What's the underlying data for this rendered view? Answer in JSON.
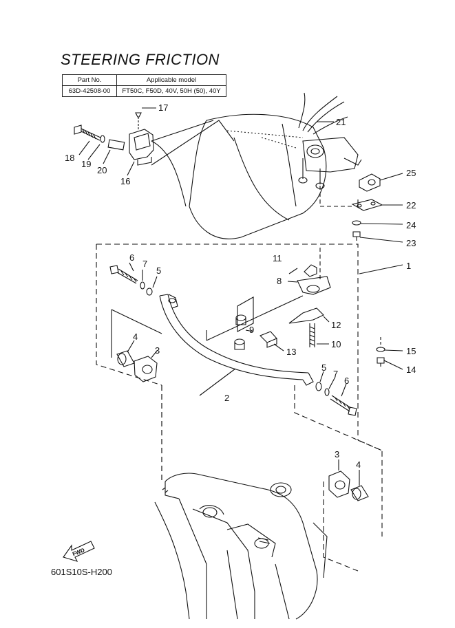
{
  "title": "STEERING FRICTION",
  "table": {
    "headers": [
      "Part No.",
      "Applicable model"
    ],
    "rows": [
      [
        "63D-42508-00",
        "FT50C, F50D, 40V, 50H (50), 40Y"
      ]
    ]
  },
  "callouts": {
    "p1": "1",
    "p2": "2",
    "p3a": "3",
    "p3b": "3",
    "p4a": "4",
    "p4b": "4",
    "p5a": "5",
    "p5b": "5",
    "p6a": "6",
    "p6b": "6",
    "p7a": "7",
    "p7b": "7",
    "p8": "8",
    "p9": "9",
    "p10": "10",
    "p11": "11",
    "p12": "12",
    "p13": "13",
    "p14": "14",
    "p15": "15",
    "p16": "16",
    "p17": "17",
    "p18": "18",
    "p19": "19",
    "p20": "20",
    "p21": "21",
    "p22": "22",
    "p23": "23",
    "p24": "24",
    "p25": "25"
  },
  "fwd_label": "FWD",
  "drawing_code": "601S10S-H200"
}
